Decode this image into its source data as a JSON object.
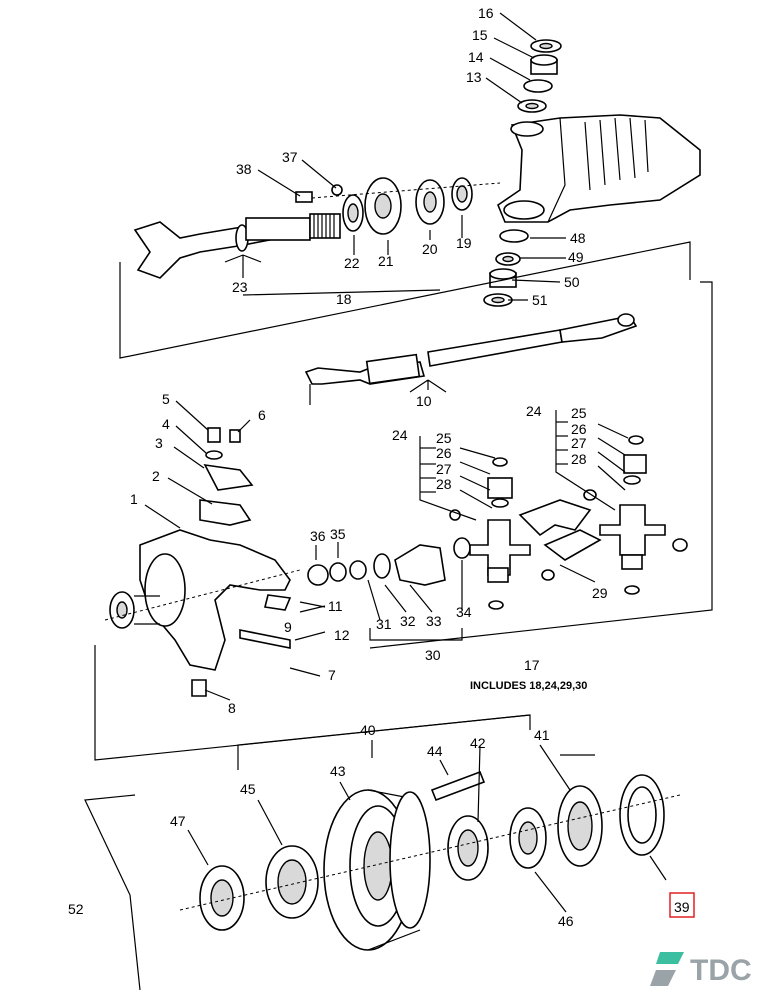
{
  "callouts": {
    "n1": "1",
    "n2": "2",
    "n3": "3",
    "n4": "4",
    "n5": "5",
    "n6": "6",
    "n7": "7",
    "n8": "8",
    "n9": "9",
    "n10": "10",
    "n11": "11",
    "n12": "12",
    "n13": "13",
    "n14": "14",
    "n15": "15",
    "n16": "16",
    "n17": "17",
    "n18": "18",
    "n19": "19",
    "n20": "20",
    "n21": "21",
    "n22": "22",
    "n23": "23",
    "n24": "24",
    "n25": "25",
    "n26": "26",
    "n27": "27",
    "n28": "28",
    "n29": "29",
    "n30": "30",
    "n31": "31",
    "n32": "32",
    "n33": "33",
    "n34": "34",
    "n35": "35",
    "n36": "36",
    "n37": "37",
    "n38": "38",
    "n39": "39",
    "n40": "40",
    "n41": "41",
    "n42": "42",
    "n43": "43",
    "n44": "44",
    "n45": "45",
    "n46": "46",
    "n47": "47",
    "n48": "48",
    "n49": "49",
    "n50": "50",
    "n51": "51",
    "n52": "52"
  },
  "note_17": "INCLUDES 18,24,29,30",
  "highlighted_callout": "39",
  "highlight_color": "#e02020",
  "logo": {
    "text": "TDC",
    "icon": "tdc-logo-icon",
    "color": "#9aa3a8",
    "accent": "#3bbfa0"
  }
}
